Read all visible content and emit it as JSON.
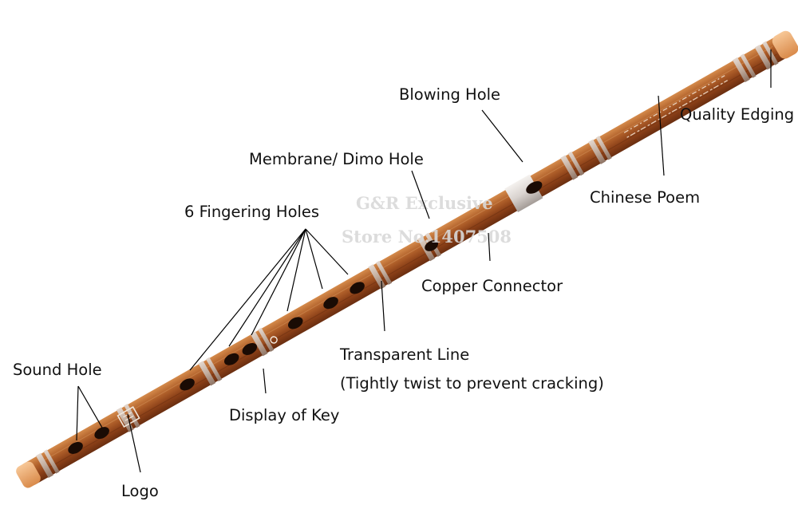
{
  "labels": {
    "blowing_hole": "Blowing Hole",
    "quality_edging": "Quality Edging",
    "membrane_hole": "Membrane/ Dimo Hole",
    "chinese_poem": "Chinese Poem",
    "fingering_holes": "6 Fingering Holes",
    "copper_connector": "Copper Connector",
    "transparent_line": "Transparent Line",
    "transparent_line_note": "(Tightly twist to prevent cracking)",
    "sound_hole": "Sound Hole",
    "display_of_key": "Display of Key",
    "logo": "Logo"
  },
  "watermark": {
    "line1": "G&R Exclusive",
    "line2": "Store No.1407508"
  },
  "colors": {
    "bamboo": "#9c4a1c",
    "bamboo_light": "#c77a3f",
    "band": "#c9b6a8",
    "end_cap": "#f0b27a"
  }
}
